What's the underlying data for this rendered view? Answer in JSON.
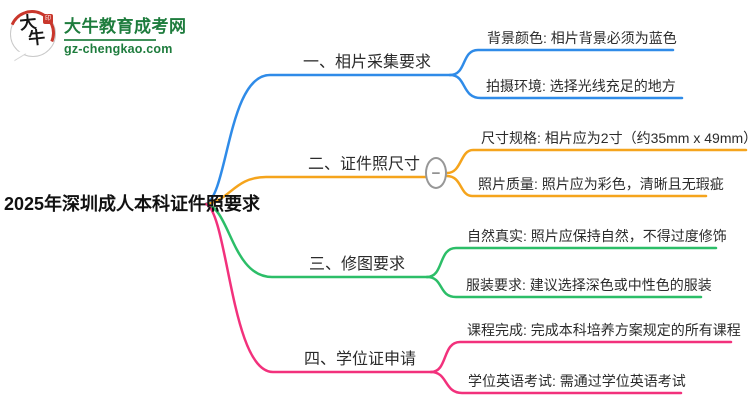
{
  "logo": {
    "icon_char_top": "大",
    "icon_char_bottom": "牛",
    "seal_char": "印",
    "site_name": "大牛教育成考网",
    "site_url": "gz-chengkao.com",
    "brand_color": "#1E7C3D"
  },
  "root": {
    "label": "2025年深圳成人本科证件照要求"
  },
  "branches": [
    {
      "label": "一、相片采集要求",
      "color": "#2F8BE8",
      "children": [
        "背景颜色: 相片背景必须为蓝色",
        "拍摄环境: 选择光线充足的地方"
      ]
    },
    {
      "label": "二、证件照尺寸",
      "color": "#F5A41C",
      "collapse_icon": "−",
      "children": [
        "尺寸规格: 相片应为2寸（约35mm x 49mm）",
        "照片质量: 照片应为彩色，清晰且无瑕疵"
      ]
    },
    {
      "label": "三、修图要求",
      "color": "#2CBE68",
      "children": [
        "自然真实: 照片应保持自然，不得过度修饰",
        "服装要求: 建议选择深色或中性色的服装"
      ]
    },
    {
      "label": "四、学位证申请",
      "color": "#F2317C",
      "children": [
        "课程完成: 完成本科培养方案规定的所有课程",
        "学位英语考试: 需通过学位英语考试"
      ]
    }
  ]
}
